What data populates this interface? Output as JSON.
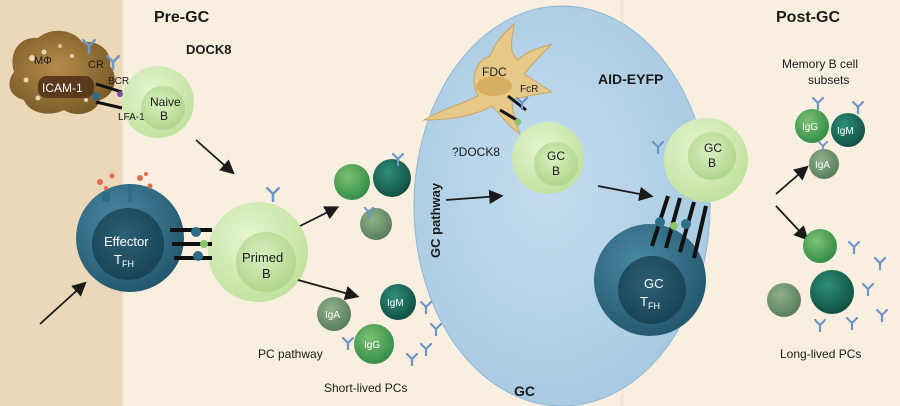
{
  "sections": {
    "pre_gc": "Pre-GC",
    "post_gc": "Post-GC",
    "gc": "GC"
  },
  "labels": {
    "dock8": "DOCK8",
    "q_dock8": "?DOCK8",
    "aid_eyfp": "AID-EYFP",
    "gc_pathway": "GC pathway",
    "pc_pathway": "PC pathway",
    "short_lived_pcs": "Short-lived PCs",
    "long_lived_pcs": "Long-lived PCs",
    "memory_b_line1": "Memory B cell",
    "memory_b_line2": "subsets",
    "macrophage": "MΦ",
    "cr": "CR",
    "icam1": "ICAM-1",
    "bcr": "BCR",
    "lfa1": "LFA-1",
    "naive_line1": "Naive",
    "naive_line2": "B",
    "effector": "Effector",
    "tfh_t": "T",
    "tfh_sub": "FH",
    "primed_line1": "Primed",
    "primed_line2": "B",
    "fdc": "FDC",
    "fcr": "FcR",
    "gcb1_line1": "GC",
    "gcb1_line2": "B",
    "gcb2_line1": "GC",
    "gcb2_line2": "B",
    "gctfh_line1": "GC",
    "gctfh_t": "T",
    "gctfh_sub": "FH",
    "iga_short": "IgA",
    "igm_short": "IgM",
    "igg_short": "IgG",
    "igg_mem": "IgG",
    "igm_mem": "IgM",
    "iga_mem": "IgA"
  },
  "colors": {
    "background": "#f3e8d6",
    "germinal_center": "#b9d6ea",
    "b_cell": "#d3ecb6",
    "tfh_cell": "#2f6c85",
    "macrophage": "#a07a3b",
    "fdc": "#e6c988",
    "plasma_cell_dark": "#1c6f5c",
    "antibody": "#6f95c8"
  }
}
